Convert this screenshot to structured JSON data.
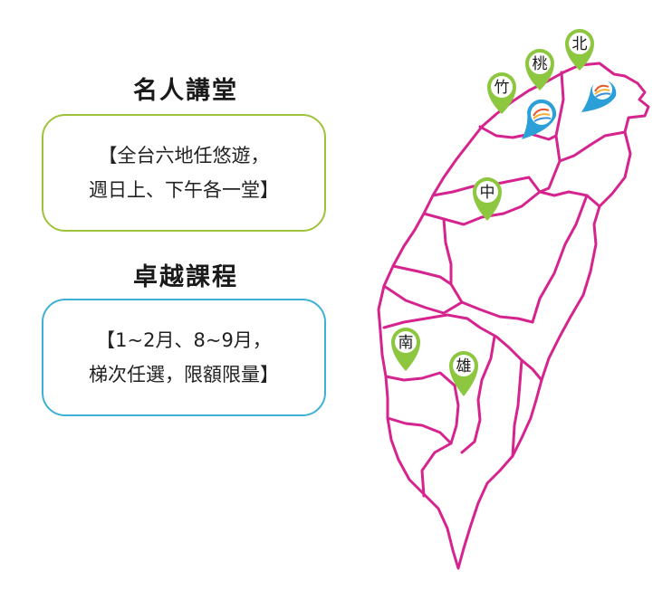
{
  "sections": [
    {
      "title": "名人講堂",
      "lines": [
        "【全台六地任悠遊，",
        "週日上、下午各一堂】"
      ],
      "border_color": "#9ec23a"
    },
    {
      "title": "卓越課程",
      "lines": [
        "【1~2月、8~9月，",
        "梯次任選，限額限量】"
      ],
      "border_color": "#3fb0d6"
    }
  ],
  "map": {
    "outline_color": "#d6248f",
    "pins": [
      {
        "label": "北",
        "color": "#8dc63f"
      },
      {
        "label": "桃",
        "color": "#8dc63f"
      },
      {
        "label": "竹",
        "color": "#8dc63f"
      },
      {
        "label": "中",
        "color": "#8dc63f"
      },
      {
        "label": "南",
        "color": "#8dc63f"
      },
      {
        "label": "雄",
        "color": "#8dc63f"
      }
    ],
    "logo_markers": [
      {
        "icon": "logo-marker-icon",
        "color": "#2a9fd8"
      },
      {
        "icon": "logo-marker-icon",
        "color": "#2a9fd8"
      }
    ]
  }
}
